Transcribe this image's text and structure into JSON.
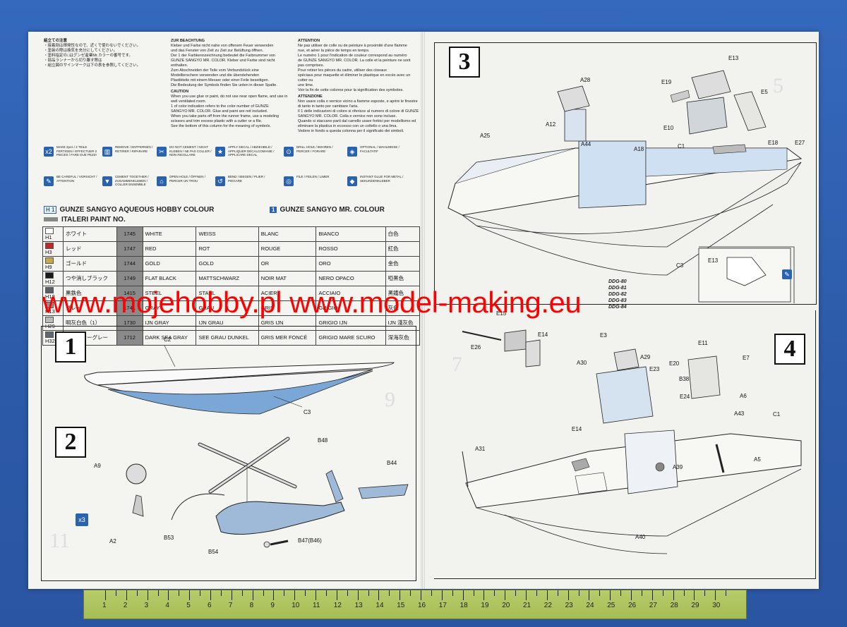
{
  "header_jp": [
    "組立ての注意",
    "・接着剤は揮発性なので、近くで使わないでください。",
    "・塗装の際は換気を充分にしてください。",
    "・塗料指定の□はグンゼ産業Mr.カラーの番号です。",
    "・部品ランナーから切り離す際は",
    "・組立図のサインマークは下の表を参照してください。"
  ],
  "header_de_title": "ZUR BEACHTUNG",
  "header_de": [
    "Kleber und Farbe nicht nahe von offenem Feuer verwenden",
    "und das Fenster von Zeit zu Zeit zur Belüftung öffnen.",
    "Der 1 der Farbkennzeichnung bedeutet die Farbnummer von",
    "GUNZE SANGYO MR. COLOR. Kleber und Farbe sind nicht",
    "enthalten.",
    "Zum Abschneiden der Teile vom Verbundstück eine",
    "Modellierschere verwenden und die überstehenden",
    "Plastikteile mit einem Messer oder einer Feile beseitigen.",
    "Die Bedeutung der Symbols finden Sie unten in dieser Spalte."
  ],
  "header_en_title": "CAUTION",
  "header_en": [
    "When you use glue or paint, do not use near open flame, and use in",
    "well ventilated room.",
    "1 of color indication refers to the color number of GUNZE",
    "SANGYO MR. COLOR. Glue and paint are not included.",
    "When you take parts off from the runner frame, use a modeling",
    "scissors and trim excess plastic with a cutter or a file.",
    "See the bottom of this column for the meaning of symbols."
  ],
  "header_fr_title": "ATTENTION",
  "header_fr": [
    "Ne pas utiliser de colle ou de peinture à proximité d'une flamme",
    "nue, et aérer la pièce de temps en temps.",
    "Le numéro 1 pour l'indication de couleur correspond au numéro",
    "de GUNZE SANGYO MR. COLOR. La colle et la peinture ne sont",
    "pas comprises.",
    "Pour retirer les pièces du cadre, utiliser des ciseaux",
    "spéciaux pour maquette et éliminer le plastique en excès avec un cutter ou",
    "une lime.",
    "Voir la fin de cette colonne pour la signification des symboles."
  ],
  "header_it_title": "ATTENZIONE",
  "header_it": [
    "Non usare colla o vernice vicino a fiamme esposte, e aprire le finestre",
    "di tanto in tanto per cambiare l'aria.",
    "Il 1 delle indicazioni di colore si riferisce al numero di colore di GUNZE",
    "SANGYO MR. COLOR. Colla e vernice non sono incluse.",
    "Quando si staccano parti dal carrello usare forbici per modellismo ed",
    "eliminare la plastica in eccesso con un coltello o una lima.",
    "Vedere in fondo a questa colonna per il significato dei simboli."
  ],
  "symbols": [
    {
      "glyph": "x2",
      "label": "MAKE 2pcs / 2 TEILE FERTIGEN / EFFECTUER 2 PIECES / FARE DUE PEZZI"
    },
    {
      "glyph": "▥",
      "label": "REMOVE / ENTFERNEN / RETIRER / RIPARARE"
    },
    {
      "glyph": "✂",
      "label": "DO NOT CEMENT / NICHT KLEBEN / NE PAS COLLER / NON INCOLLARE"
    },
    {
      "glyph": "★",
      "label": "APPLY DECAL / ABZIEHBILD / APPLIQUER DECALCOMANIE / APPLICARE DECAL"
    },
    {
      "glyph": "⊙",
      "label": "DRILL HOLE / BOHREN / PERCER / FORARE"
    },
    {
      "glyph": "◈",
      "label": "OPTIONAL / WAHLWEISE / FACULTATIF"
    },
    {
      "glyph": "✎",
      "label": "BE CAREFUL / VORSICHT / ATTENTION"
    },
    {
      "glyph": "▼",
      "label": "CEMENT TOGETHER / ZUSAMMENKLEBEN / COLLER ENSEMBLE"
    },
    {
      "glyph": "⌂",
      "label": "OPEN HOLE / ÖFFNEN / PERCER UN TROU"
    },
    {
      "glyph": "↺",
      "label": "BEND / BIEGEN / PLIER / PIEGARE"
    },
    {
      "glyph": "◎",
      "label": "FILE / FEILEN / LIMER"
    },
    {
      "glyph": "◆",
      "label": "INSTANT GLUE FOR METAL / SEKUNDENKLEBER"
    }
  ],
  "color_headers": {
    "aqueous": "GUNZE SANGYO AQUEOUS HOBBY COLOUR",
    "italeri": "ITALERI PAINT NO.",
    "mr_color": "GUNZE SANGYO MR. COLOUR",
    "h_tag": "H 1",
    "m_tag": "1"
  },
  "colors": [
    {
      "h": "H1",
      "jp": "ホワイト",
      "code": "1745",
      "en": "WHITE",
      "de": "WEISS",
      "fr": "BLANC",
      "it": "BIANCO",
      "cn": "白色",
      "hex": "#ffffff"
    },
    {
      "h": "H3",
      "jp": "レッド",
      "code": "1747",
      "en": "RED",
      "de": "ROT",
      "fr": "ROUGE",
      "it": "ROSSO",
      "cn": "紅色",
      "hex": "#c0262a"
    },
    {
      "h": "H9",
      "jp": "ゴールド",
      "code": "1744",
      "en": "GOLD",
      "de": "GOLD",
      "fr": "OR",
      "it": "ORO",
      "cn": "金色",
      "hex": "#c9a94a"
    },
    {
      "h": "H12",
      "jp": "つや消しブラック",
      "code": "1749",
      "en": "FLAT BLACK",
      "de": "MATTSCHWARZ",
      "fr": "NOIR MAT",
      "it": "NERO OPACO",
      "cn": "啞黑色",
      "hex": "#1a1a1a"
    },
    {
      "h": "H18",
      "jp": "黒鉄色",
      "code": "1415",
      "en": "STEEL",
      "de": "STAHL",
      "fr": "ACIER",
      "it": "ACCIAIO",
      "cn": "黑鐵色",
      "hex": "#5b5f63"
    },
    {
      "h": "H13",
      "jp": "グレー",
      "code": "1741",
      "en": "GRAY",
      "de": "GRAU",
      "fr": "GRIS",
      "it": "GRIGIO",
      "cn": "灰色",
      "hex": "#8e9296"
    },
    {
      "h": "H29",
      "jp": "明灰白色（1）",
      "code": "1730",
      "en": "IJN GRAY",
      "de": "IJN GRAU",
      "fr": "GRIS IJN",
      "it": "GRIGIO IJN",
      "cn": "IJN 淺灰色",
      "hex": "#b9bcb6"
    },
    {
      "h": "H32",
      "jp": "ダークシーグレー",
      "code": "1712",
      "en": "DARK SEA GRAY",
      "de": "SEE GRAU DUNKEL",
      "fr": "GRIS MER FONCÉ",
      "it": "GRIGIO MARE SCURO",
      "cn": "深海灰色",
      "hex": "#5d6870"
    }
  ],
  "watermark": "www.mojehobby.pl www.model-making.eu",
  "steps": {
    "s1": "1",
    "s2": "2",
    "s3": "3",
    "s4": "4"
  },
  "parts": {
    "C2": "C2",
    "C3": "C3",
    "A9": "A9",
    "A2": "A2",
    "B48": "B48",
    "B44": "B44",
    "B53": "B53",
    "B54": "B54",
    "B47": "B47(B46)",
    "x3": "x3",
    "A28": "A28",
    "A12": "A12",
    "A25": "A25",
    "A44": "A44",
    "A18": "A18",
    "C1": "C1",
    "E13": "E13",
    "E19": "E19",
    "E5": "E5",
    "E10": "E10",
    "E18": "E18",
    "E27": "E27",
    "C3b": "C3",
    "E13b": "E13",
    "E15": "E15",
    "E26": "E26",
    "E14": "E14",
    "E3": "E3",
    "A30": "A30",
    "A29": "A29",
    "E23": "E23",
    "E20": "E20",
    "B38": "B38",
    "E11": "E11",
    "E7": "E7",
    "E24": "E24",
    "A6": "A6",
    "A43": "A43",
    "C1b": "C1",
    "E14b": "E14",
    "A31": "A31",
    "A39": "A39",
    "A5": "A5",
    "A40": "A40"
  },
  "ddg_labels": [
    "DDG-80",
    "DDG-81",
    "DDG-82",
    "DDG-83",
    "DDG-84"
  ],
  "bg_numbers": {
    "n5": "5",
    "n9": "9",
    "n7": "7",
    "n11": "11"
  },
  "ruler_ticks": [
    "1",
    "2",
    "3",
    "4",
    "5",
    "6",
    "7",
    "8",
    "9",
    "10",
    "11",
    "12",
    "13",
    "14",
    "15",
    "16",
    "17",
    "18",
    "19",
    "20",
    "21",
    "22",
    "23",
    "24",
    "25",
    "26",
    "27",
    "28",
    "29",
    "30"
  ]
}
